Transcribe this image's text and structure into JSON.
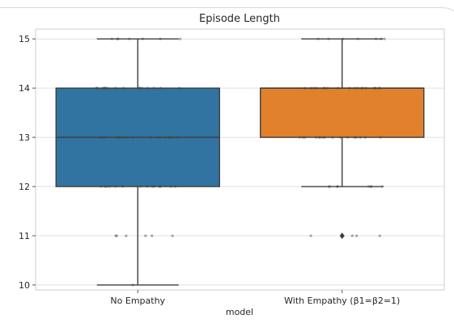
{
  "chart_data": {
    "type": "box",
    "title": "Episode Length",
    "xlabel": "model",
    "ylabel": "",
    "ylim": [
      9.9,
      15.2
    ],
    "yticks": [
      10,
      11,
      12,
      13,
      14,
      15
    ],
    "grid": true,
    "legend": "none",
    "categories": [
      "No Empathy",
      "With Empathy (β1=β2=1)"
    ],
    "boxes": [
      {
        "name": "No Empathy",
        "color": "#3274a1",
        "whisker_low": 10,
        "q1": 12,
        "median": 13,
        "q3": 14,
        "whisker_high": 15,
        "outliers": [],
        "points": [
          {
            "value": 15,
            "count": 7
          },
          {
            "value": 14,
            "count": 16
          },
          {
            "value": 13,
            "count": 18
          },
          {
            "value": 12,
            "count": 14
          },
          {
            "value": 11,
            "count": 6
          },
          {
            "value": 10,
            "count": 1
          }
        ]
      },
      {
        "name": "With Empathy (β1=β2=1)",
        "color": "#e1812c",
        "whisker_low": 12,
        "q1": 13,
        "median": 14,
        "q3": 14,
        "whisker_high": 15,
        "outliers": [
          11
        ],
        "points": [
          {
            "value": 15,
            "count": 7
          },
          {
            "value": 14,
            "count": 18
          },
          {
            "value": 13,
            "count": 16
          },
          {
            "value": 12,
            "count": 8
          },
          {
            "value": 11,
            "count": 4
          }
        ]
      }
    ]
  }
}
